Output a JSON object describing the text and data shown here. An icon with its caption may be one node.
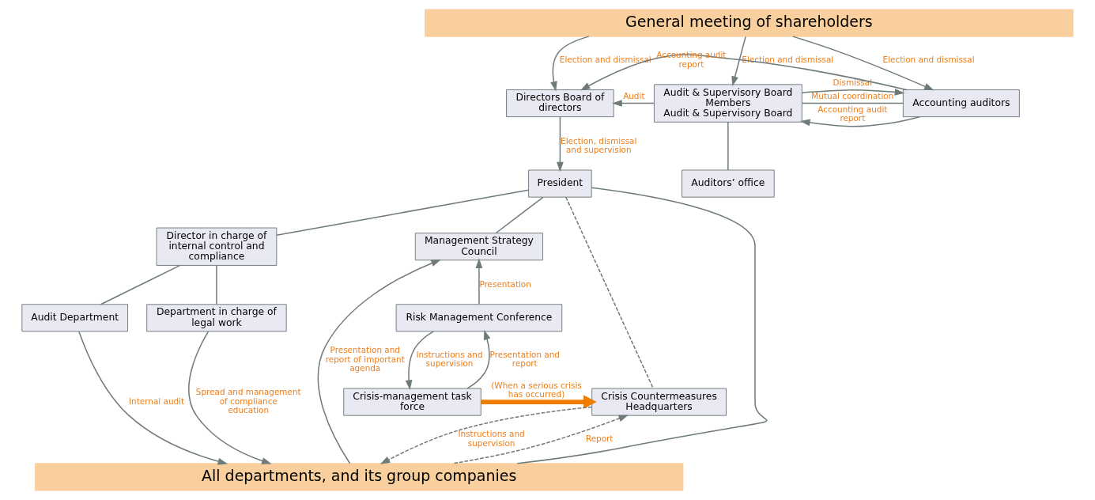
{
  "diagram": {
    "nodes": [
      {
        "text": [
          "General meeting of shareholders"
        ]
      },
      {
        "text": [
          "Directors Board of directors"
        ]
      },
      {
        "text": [
          "Audit & Supervisory Board Members",
          "Audit & Supervisory Board"
        ]
      },
      {
        "text": [
          "Accounting auditors"
        ]
      },
      {
        "text": [
          "Auditors’ office"
        ]
      },
      {
        "text": [
          "President"
        ]
      },
      {
        "text": [
          "Director in charge of internal control and compliance"
        ]
      },
      {
        "text": [
          "Management Strategy Council"
        ]
      },
      {
        "text": [
          "Audit Department"
        ]
      },
      {
        "text": [
          "Department in charge of legal work"
        ]
      },
      {
        "text": [
          "Risk Management Conference"
        ]
      },
      {
        "text": [
          "Crisis-management task force"
        ]
      },
      {
        "text": [
          "Crisis Countermeasures Headquarters"
        ]
      },
      {
        "text": [
          "All departments, and its group companies"
        ]
      }
    ],
    "edges": [
      {
        "from": 0,
        "to": 1,
        "arrow": "to",
        "label": "Election and dismissal"
      },
      {
        "from": 0,
        "to": 2,
        "arrow": "to",
        "label": "Election and dismissal"
      },
      {
        "from": 0,
        "to": 3,
        "arrow": "to",
        "label": "Election and dismissal"
      },
      {
        "from": 3,
        "to": 1,
        "arrow": "to",
        "label": "Accounting audit report"
      },
      {
        "from": 3,
        "to": 2,
        "arrow": "to",
        "label": "Accounting audit report"
      },
      {
        "from": 2,
        "to": 1,
        "arrow": "to",
        "label": "Audit"
      },
      {
        "from": 2,
        "to": 3,
        "arrow": "none",
        "label": "Mutual coordination"
      },
      {
        "from": 2,
        "to": 3,
        "arrow": "to",
        "label": "Dismissal"
      },
      {
        "from": 2,
        "to": 4,
        "arrow": "none"
      },
      {
        "from": 1,
        "to": 5,
        "arrow": "to",
        "label": "Election, dismissal and supervision"
      },
      {
        "from": 5,
        "to": 6,
        "arrow": "none"
      },
      {
        "from": 5,
        "to": 7,
        "arrow": "none"
      },
      {
        "from": 5,
        "to": 13,
        "arrow": "none"
      },
      {
        "from": 5,
        "to": 12,
        "arrow": "none",
        "style": "dashed"
      },
      {
        "from": 6,
        "to": 8,
        "arrow": "none"
      },
      {
        "from": 6,
        "to": 9,
        "arrow": "none"
      },
      {
        "from": 8,
        "to": 13,
        "arrow": "to",
        "label": "Internal audit"
      },
      {
        "from": 9,
        "to": 13,
        "arrow": "to",
        "label": "Spread and management of compliance education"
      },
      {
        "from": 13,
        "to": 7,
        "arrow": "to",
        "label": "Presentation and report of important agenda"
      },
      {
        "from": 10,
        "to": 7,
        "arrow": "to",
        "label": "Presentation"
      },
      {
        "from": 10,
        "to": 11,
        "arrow": "to",
        "label": "Instructions and supervision"
      },
      {
        "from": 11,
        "to": 10,
        "arrow": "to",
        "label": "Presentation and report"
      },
      {
        "from": 11,
        "to": 12,
        "arrow": "to",
        "style": "thick",
        "color": "#ee7d00",
        "label": "(When a serious crisis has occurred)"
      },
      {
        "from": 12,
        "to": 13,
        "arrow": "to",
        "style": "dashed",
        "label": "Instructions and supervision"
      },
      {
        "from": 13,
        "to": 12,
        "arrow": "to",
        "style": "dashed",
        "label": "Report"
      }
    ]
  }
}
